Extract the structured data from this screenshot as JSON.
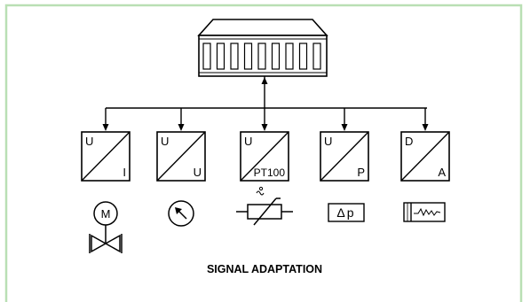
{
  "colors": {
    "frame": "#b9dfb4",
    "ink": "#000000",
    "background": "#ffffff"
  },
  "converters": [
    {
      "input": "U",
      "output": "I",
      "device": "motor-valve-icon",
      "device_label": "M"
    },
    {
      "input": "U",
      "output": "U",
      "device": "gauge-arrow-icon",
      "device_label": ""
    },
    {
      "input": "U",
      "output": "PT100",
      "device": "variable-resistor-icon",
      "device_label": ""
    },
    {
      "input": "U",
      "output": "P",
      "device": "pressure-box-icon",
      "device_label": "Δp"
    },
    {
      "input": "D",
      "output": "A",
      "device": "recorder-icon",
      "device_label": ""
    }
  ],
  "caption": "SIGNAL ADAPTATION"
}
